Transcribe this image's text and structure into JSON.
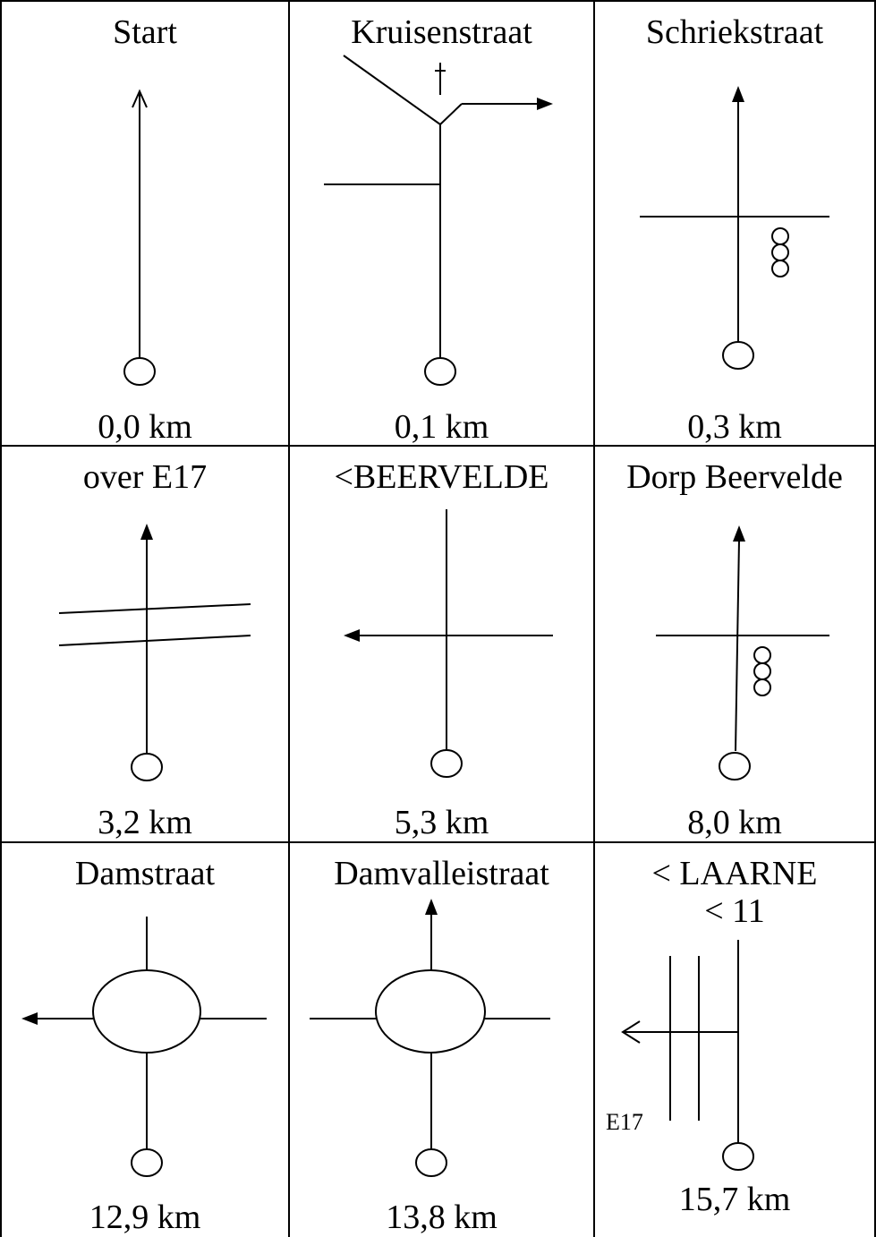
{
  "steps": [
    {
      "title": "Start",
      "distance": "0,0 km"
    },
    {
      "title": "Kruisenstraat",
      "distance": "0,1 km"
    },
    {
      "title": "Schriekstraat",
      "distance": "0,3 km"
    },
    {
      "title": "over E17",
      "distance": "3,2 km"
    },
    {
      "title": "<BEERVELDE",
      "distance": "5,3 km"
    },
    {
      "title": "Dorp Beervelde",
      "distance": "8,0 km"
    },
    {
      "title": "Damstraat",
      "distance": "12,9 km"
    },
    {
      "title": "Damvalleistraat",
      "distance": "13,8 km"
    },
    {
      "title": "< LAARNE",
      "title_line2": "< 11",
      "distance": "15,7 km",
      "road_label": "E17"
    }
  ],
  "icons": {
    "start_circle": "start-circle-icon",
    "traffic_light": "traffic-light-icon",
    "cross": "cross-icon",
    "roundabout": "roundabout-icon",
    "arrow": "arrow-icon"
  },
  "colors": {
    "ink": "#000000",
    "paper": "#ffffff"
  }
}
